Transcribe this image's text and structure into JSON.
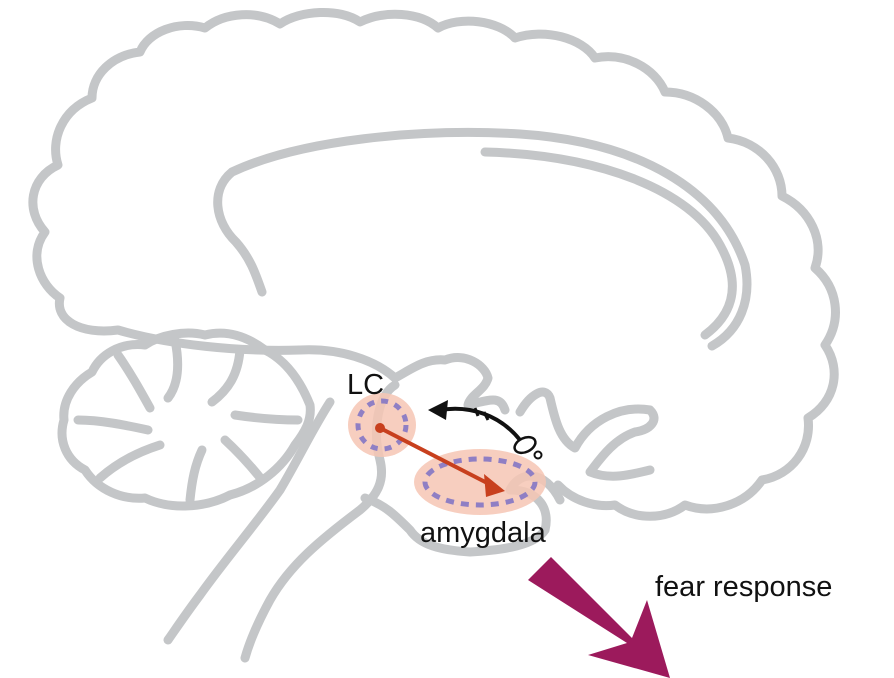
{
  "labels": {
    "lc": "LC",
    "amygdala": "amygdala",
    "fear_response": "fear response"
  },
  "colors": {
    "brain_outline": "#c4c6c8",
    "region_fill": "#f6c6b4",
    "region_dash": "#8f7fc4",
    "projection_line": "#c8401e",
    "fear_arrow": "#9c1a5c",
    "stimulus_arrow": "#111111"
  },
  "icons": {
    "stimulus": "eye-stimulus-icon"
  }
}
